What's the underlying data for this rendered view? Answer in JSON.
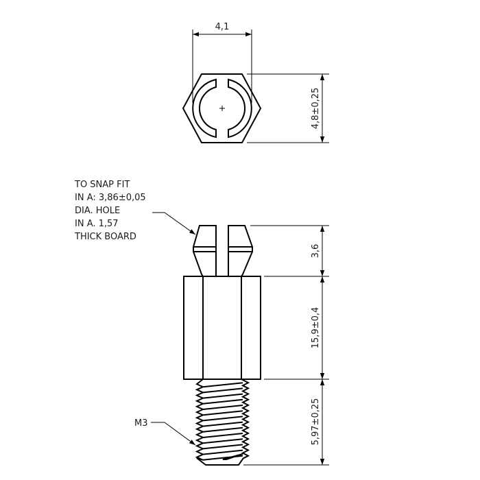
{
  "top_view": {
    "width_dim": "4,1",
    "height_dim": "4,8±0,25"
  },
  "side_view": {
    "snap_dim": "3,6",
    "body_dim": "15,9±0,4",
    "thread_dim": "5,97±0,25",
    "note_lines": [
      "TO SNAP FIT",
      "IN A: 3,86±0,05",
      "DIA. HOLE",
      "IN A. 1,57",
      "THICK BOARD"
    ],
    "thread_label": "M3"
  }
}
